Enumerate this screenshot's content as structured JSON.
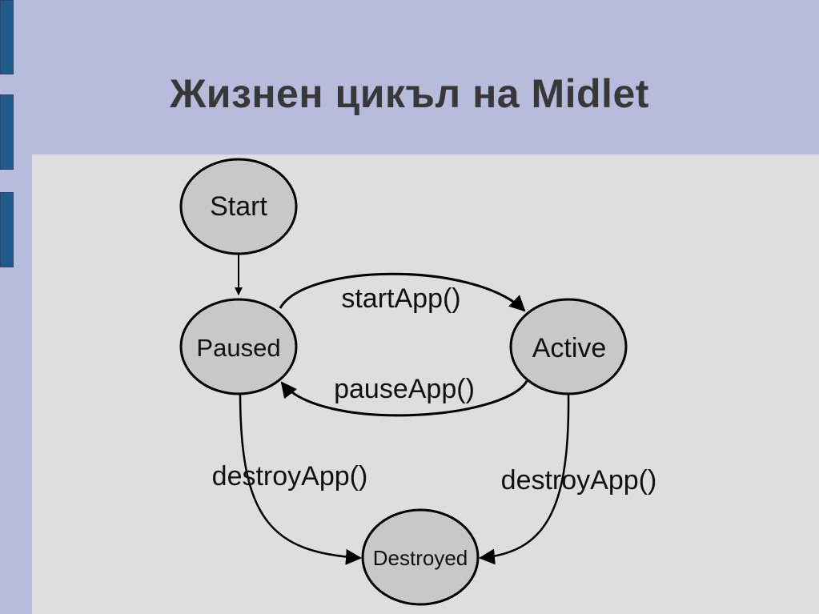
{
  "slide": {
    "title": "Жизнен цикъл на Midlet"
  },
  "diagram": {
    "states": {
      "start": "Start",
      "paused": "Paused",
      "active": "Active",
      "destroyed": "Destroyed"
    },
    "transitions": {
      "start_app": "startApp()",
      "pause_app": "pauseApp()",
      "destroy_from_paused": "destroyApp()",
      "destroy_from_active": "destroyApp()"
    }
  },
  "colors": {
    "background": "#b8bcdc",
    "panel": "#dedede",
    "accent_bar": "#1f5a8a",
    "node_fill": "#c8c8c8",
    "title_text": "#383838"
  }
}
